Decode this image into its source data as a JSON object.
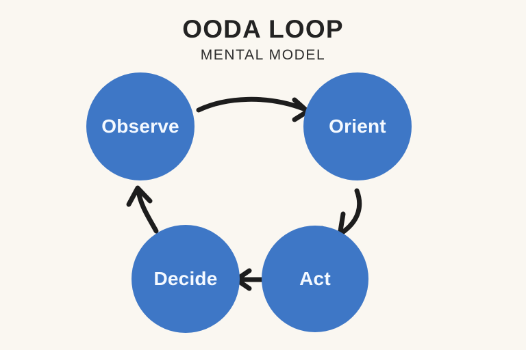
{
  "background_color": "#faf7f1",
  "header": {
    "title": "OODA LOOP",
    "subtitle": "MENTAL MODEL",
    "title_color": "#232323"
  },
  "diagram": {
    "type": "cycle",
    "node_color": "#3e77c6",
    "node_text_color": "#f4f9ff",
    "arrow_color": "#1d1d1d",
    "nodes": [
      {
        "id": "observe",
        "label": "Observe",
        "position": "top-left"
      },
      {
        "id": "orient",
        "label": "Orient",
        "position": "top-right"
      },
      {
        "id": "act",
        "label": "Act",
        "position": "bottom-right"
      },
      {
        "id": "decide",
        "label": "Decide",
        "position": "bottom-left"
      }
    ],
    "arrows": [
      {
        "id": "observe-to-orient",
        "from": "observe",
        "to": "orient",
        "style": "curved",
        "direction": "right"
      },
      {
        "id": "orient-to-act",
        "from": "orient",
        "to": "act",
        "style": "curved",
        "direction": "down-left"
      },
      {
        "id": "act-to-decide",
        "from": "act",
        "to": "decide",
        "style": "straight",
        "direction": "left"
      },
      {
        "id": "decide-to-observe",
        "from": "decide",
        "to": "observe",
        "style": "curved",
        "direction": "up-left"
      }
    ]
  }
}
